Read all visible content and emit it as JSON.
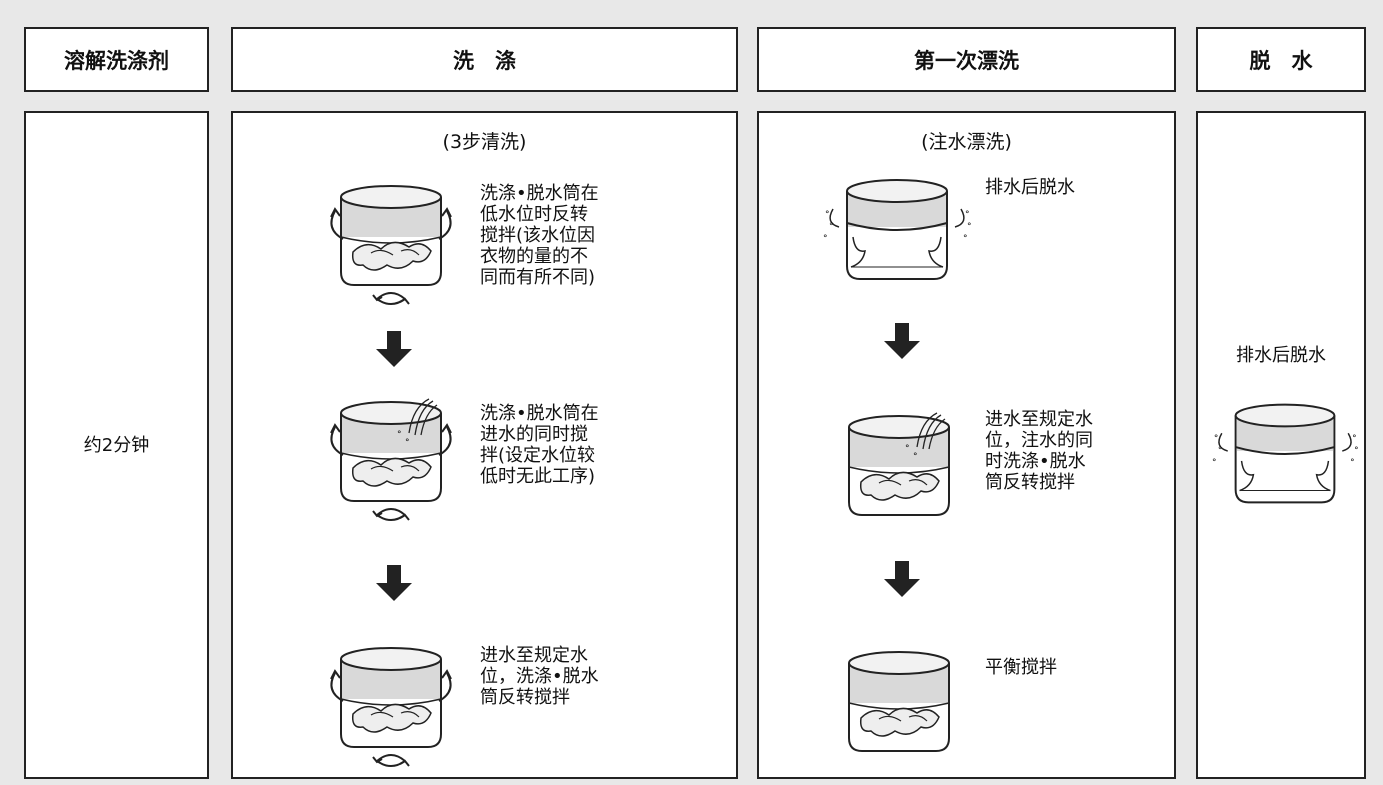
{
  "headers": {
    "dissolve": "溶解洗涤剂",
    "wash": "洗　涤",
    "rinse": "第一次漂洗",
    "spin": "脱　水"
  },
  "dissolve": {
    "time": "约2分钟"
  },
  "wash": {
    "subtitle": "(3步清洗)",
    "steps": [
      {
        "text": "洗涤•脱水筒在\n低水位时反转\n搅拌(该水位因\n衣物的量的不\n同而有所不同)"
      },
      {
        "text": "洗涤•脱水筒在\n进水的同时搅\n拌(设定水位较\n低时无此工序)"
      },
      {
        "text": "进水至规定水\n位，洗涤•脱水\n筒反转搅拌"
      }
    ]
  },
  "rinse": {
    "subtitle": "(注水漂洗)",
    "steps": [
      {
        "text": "排水后脱水"
      },
      {
        "text": "进水至规定水\n位，注水的同\n时洗涤•脱水\n筒反转搅拌"
      },
      {
        "text": "平衡搅拌"
      }
    ]
  },
  "spin": {
    "text": "排水后脱水"
  }
}
